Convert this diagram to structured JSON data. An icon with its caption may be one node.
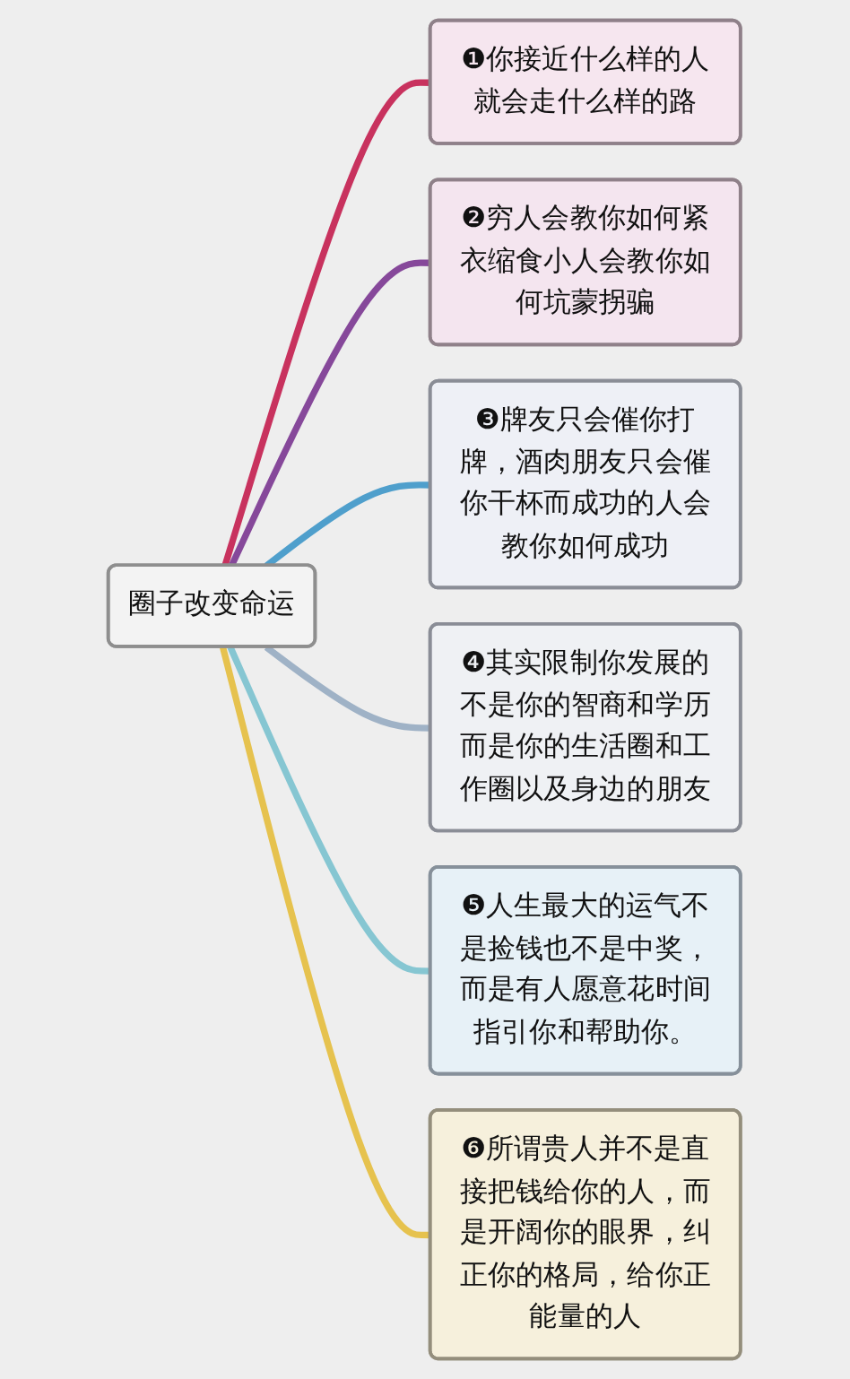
{
  "diagram": {
    "nodes": [
      {
        "text": [
          "圈子改变命运"
        ]
      },
      {
        "text": [
          "❶你接近什么样的人就会走什么样的路"
        ]
      },
      {
        "text": [
          "❷穷人会教你如何紧衣缩食小人会教你如何坑蒙拐骗"
        ]
      },
      {
        "text": [
          "❸牌友只会催你打牌，酒肉朋友只会催你干杯而成功的人会教你如何成功"
        ]
      },
      {
        "text": [
          "❹其实限制你发展的不是你的智商和学历而是你的生活圈和工作圈以及身边的朋友"
        ]
      },
      {
        "text": [
          "❺人生最大的运气不是捡钱也不是中奖，而是有人愿意花时间指引你和帮助你。"
        ]
      },
      {
        "text": [
          "❻所谓贵人并不是直接把钱给你的人，而是开阔你的眼界，纠正你的格局，给你正能量的人"
        ]
      }
    ],
    "edges": [
      {
        "from": 0,
        "to": 1,
        "arrow": "none",
        "color": "#c8325e"
      },
      {
        "from": 0,
        "to": 2,
        "arrow": "none",
        "color": "#86489a"
      },
      {
        "from": 0,
        "to": 3,
        "arrow": "none",
        "color": "#4f9fcc"
      },
      {
        "from": 0,
        "to": 4,
        "arrow": "none",
        "color": "#9fb2c6"
      },
      {
        "from": 0,
        "to": 5,
        "arrow": "none",
        "color": "#86c6d2"
      },
      {
        "from": 0,
        "to": 6,
        "arrow": "none",
        "color": "#e6c24e"
      }
    ]
  }
}
